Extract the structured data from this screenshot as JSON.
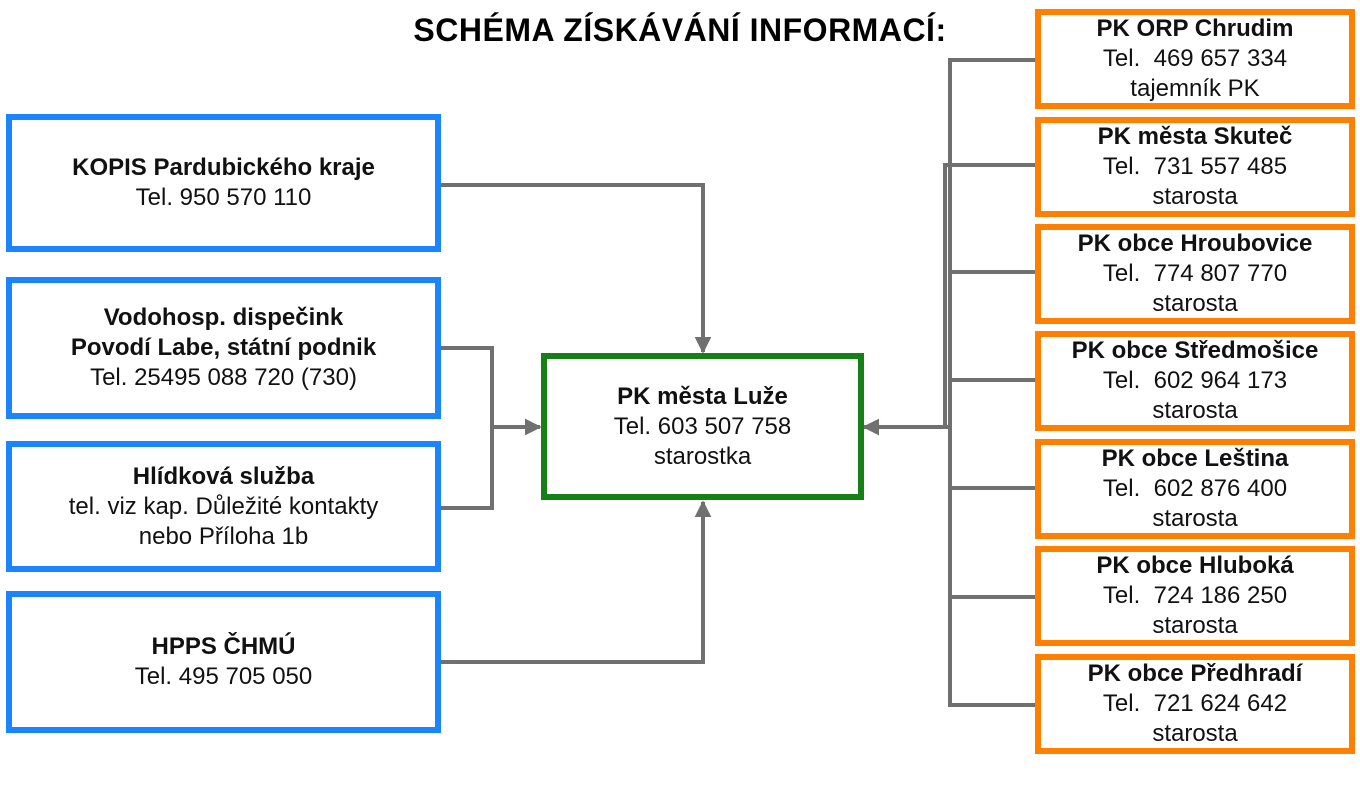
{
  "title": "SCHÉMA ZÍSKÁVÁNÍ INFORMACÍ:",
  "colors": {
    "blue": "#1a85ff",
    "green": "#168016",
    "orange": "#ff8000",
    "connector": "#707070"
  },
  "center": {
    "name": "PK města Luže",
    "lines": [
      "Tel. 603 507 758",
      "starostka"
    ]
  },
  "left": [
    {
      "name_lines": [
        "KOPIS Pardubického kraje"
      ],
      "lines": [
        "Tel. 950 570 110"
      ]
    },
    {
      "name_lines": [
        "Vodohosp. dispečink",
        "Povodí Labe, státní podnik"
      ],
      "lines": [
        "Tel. 25495 088 720 (730)"
      ]
    },
    {
      "name_lines": [
        "Hlídková služba"
      ],
      "lines": [
        "tel. viz kap. Důležité kontakty",
        "nebo Příloha 1b"
      ]
    },
    {
      "name_lines": [
        "HPPS ČHMÚ"
      ],
      "lines": [
        "Tel. 495 705 050"
      ]
    }
  ],
  "right": [
    {
      "name": "PK ORP Chrudim",
      "lines": [
        "Tel.  469 657 334",
        "tajemník PK"
      ]
    },
    {
      "name": "PK města Skuteč",
      "lines": [
        "Tel.  731 557 485",
        "starosta"
      ]
    },
    {
      "name": "PK obce Hroubovice",
      "lines": [
        "Tel.  774 807 770",
        "starosta"
      ]
    },
    {
      "name": "PK obce Středmošice",
      "lines": [
        "Tel.  602 964 173",
        "starosta"
      ]
    },
    {
      "name": "PK obce Leština",
      "lines": [
        "Tel.  602 876 400",
        "starosta"
      ]
    },
    {
      "name": "PK obce Hluboká",
      "lines": [
        "Tel.  724 186 250",
        "starosta"
      ]
    },
    {
      "name": "PK obce Předhradí",
      "lines": [
        "Tel.  721 624 642",
        "starosta"
      ]
    }
  ]
}
